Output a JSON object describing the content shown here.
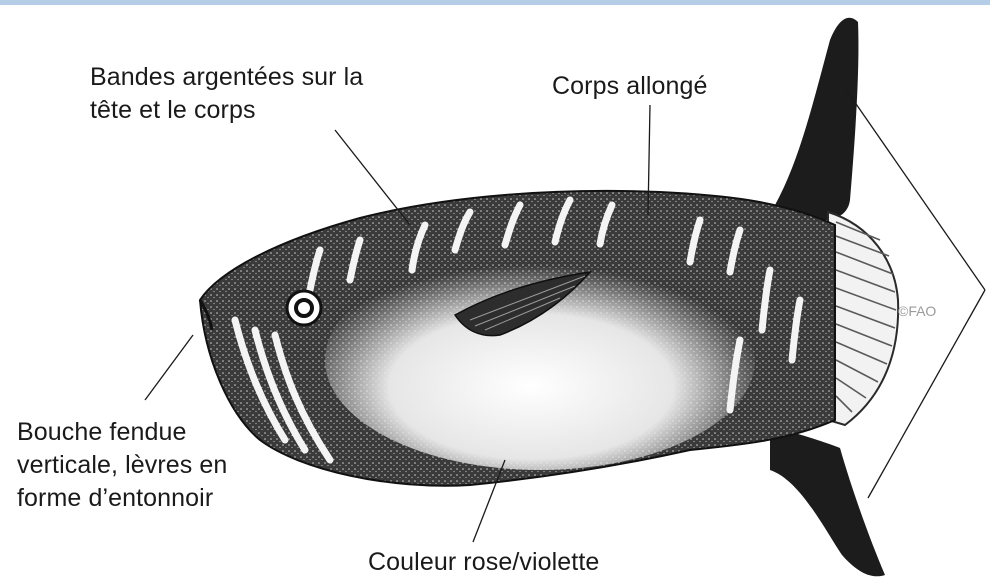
{
  "labels": {
    "silver_bands": "Bandes argentées sur la\ntête et le corps",
    "elongated_body": "Corps allongé",
    "mouth": "Bouche fendue\nverticale, lèvres en\nforme d’entonnoir",
    "color": "Couleur rose/violette"
  },
  "credit": "©FAO"
}
